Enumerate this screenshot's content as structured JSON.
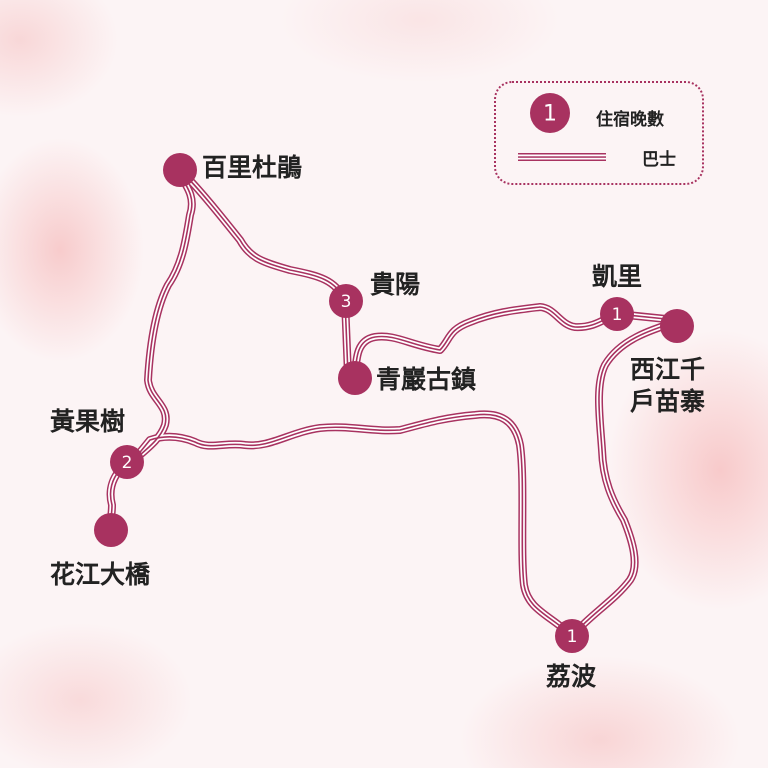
{
  "legend": {
    "nights_number": "1",
    "nights_label": "住宿晚數",
    "bus_label": "巴士"
  },
  "colors": {
    "accent": "#a83260"
  },
  "stops": [
    {
      "name": "百里杜鵑",
      "nights": ""
    },
    {
      "name": "貴陽",
      "nights": "3"
    },
    {
      "name": "青巖古鎮",
      "nights": ""
    },
    {
      "name": "凱里",
      "nights": "1"
    },
    {
      "name": "西江千",
      "name2": "戶苗寨",
      "nights": ""
    },
    {
      "name": "黃果樹",
      "nights": "2"
    },
    {
      "name": "花江大橋",
      "nights": ""
    },
    {
      "name": "荔波",
      "nights": "1"
    }
  ]
}
